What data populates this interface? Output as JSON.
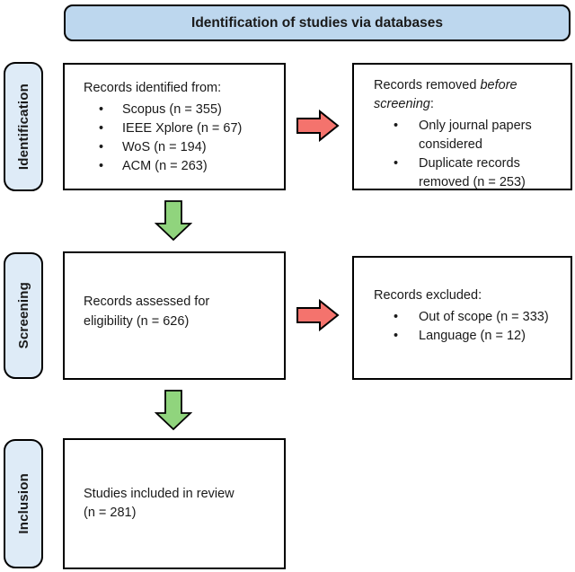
{
  "header": {
    "title": "Identification of studies via databases"
  },
  "stages": [
    {
      "label": "Identification"
    },
    {
      "label": "Screening"
    },
    {
      "label": "Inclusion"
    }
  ],
  "boxes": {
    "identified": {
      "heading": "Records identified from:",
      "items": [
        "Scopus (n = 355)",
        "IEEE Xplore (n = 67)",
        "WoS (n = 194)",
        "ACM (n = 263)"
      ]
    },
    "removed": {
      "heading_prefix": "Records removed ",
      "heading_italic": "before screening",
      "heading_suffix": ":",
      "items": [
        "Only journal papers considered",
        "Duplicate records removed (n = 253)"
      ]
    },
    "assessed": {
      "text": "Records assessed for eligibility (n = 626)"
    },
    "excluded": {
      "heading": "Records excluded:",
      "items": [
        "Out of scope (n = 333)",
        "Language (n = 12)"
      ]
    },
    "included": {
      "text": "Studies included in review (n = 281)"
    }
  },
  "ui": {
    "bullet_glyph": "•"
  },
  "colors": {
    "header_fill": "#BDD7EE",
    "stage_label_fill": "#DEEBF7",
    "arrow_red_fill": "#F4736D",
    "arrow_green_fill": "#90D47D",
    "outline": "#000000"
  }
}
